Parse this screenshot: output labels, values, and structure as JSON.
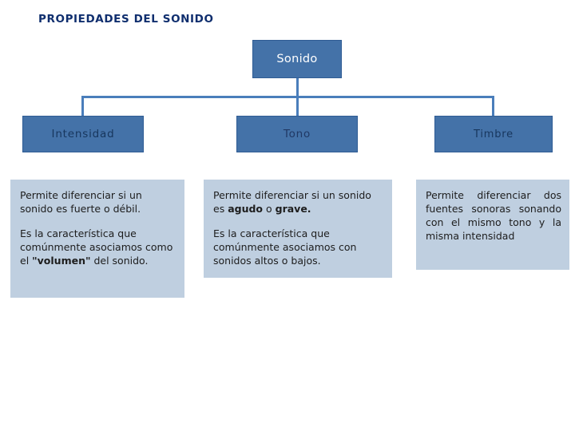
{
  "slide": {
    "title": "PROPIEDADES DEL SONIDO",
    "colors": {
      "box_fill": "#4472a8",
      "box_border": "#2f5c94",
      "panel_fill": "#bfcfe0",
      "connector": "#4a7ebb",
      "title_text": "#0f2e6e"
    },
    "root": {
      "label": "Sonido"
    },
    "branches": [
      {
        "label": "Intensidad",
        "paragraphs": [
          {
            "parts": [
              {
                "text": "Permite diferenciar si un sonido es fuerte o débil.",
                "bold": false
              }
            ]
          },
          {
            "parts": [
              {
                "text": "Es la característica que comúnmente asociamos como el ",
                "bold": false
              },
              {
                "text": "\"volumen\"",
                "bold": true
              },
              {
                "text": " del sonido.",
                "bold": false
              }
            ]
          }
        ]
      },
      {
        "label": "Tono",
        "paragraphs": [
          {
            "parts": [
              {
                "text": "Permite diferenciar si un sonido es ",
                "bold": false
              },
              {
                "text": "agudo",
                "bold": true
              },
              {
                "text": " o ",
                "bold": false
              },
              {
                "text": "grave.",
                "bold": true
              }
            ]
          },
          {
            "parts": [
              {
                "text": "Es la característica que comúnmente asociamos con sonidos altos o bajos.",
                "bold": false
              }
            ]
          }
        ]
      },
      {
        "label": "Timbre",
        "paragraphs": [
          {
            "parts": [
              {
                "text": "Permite diferenciar dos fuentes sonoras sonando con el mismo tono y la misma intensidad",
                "bold": false
              }
            ]
          }
        ]
      }
    ]
  }
}
